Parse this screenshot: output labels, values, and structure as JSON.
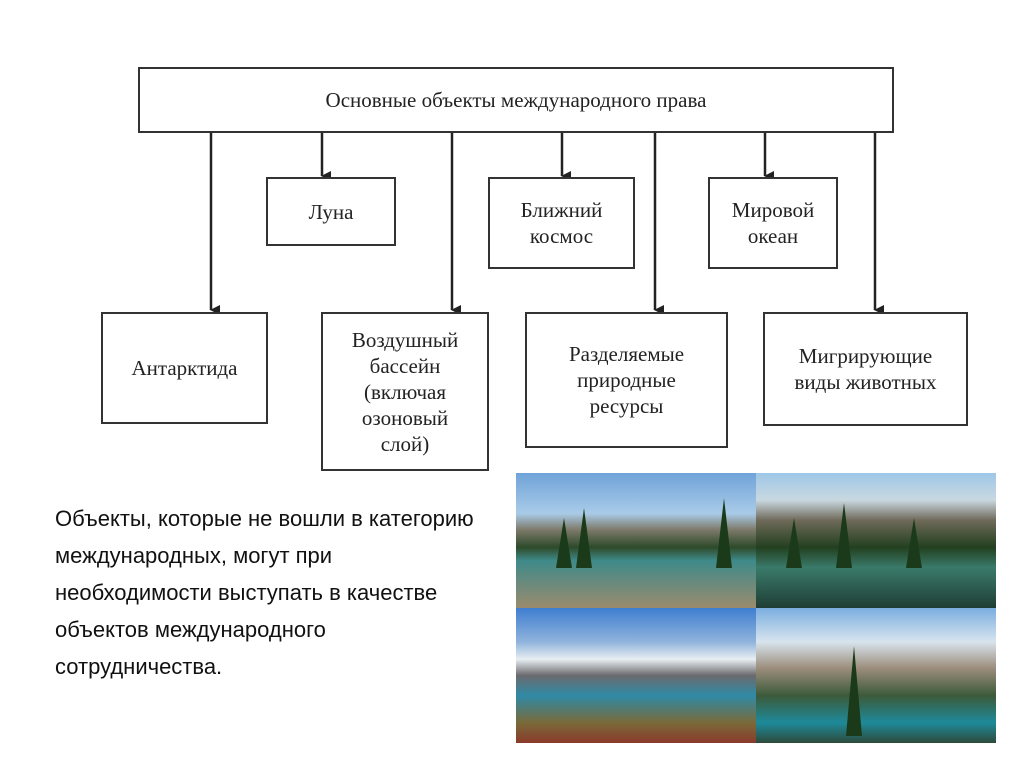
{
  "diagram": {
    "root": "Основные объекты международного права",
    "row1": [
      "Луна",
      "Ближний\nкосмос",
      "Мировой\nокеан"
    ],
    "row2": [
      "Антарктида",
      "Воздушный\nбассейн\n(включая\nозоновый\nслой)",
      "Разделяемые\nприродные\nресурсы",
      "Мигрирующие\nвиды животных"
    ]
  },
  "text": "Объекты, которые не вошли в категорию международных, могут при необходимости выступать в качестве объектов международного сотрудничества."
}
